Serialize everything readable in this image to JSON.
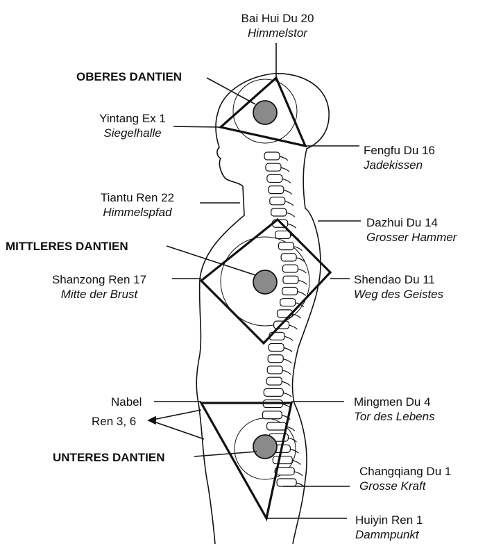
{
  "labels": {
    "bai_hui": {
      "name": "Bai Hui Du 20",
      "sub": "Himmelstor"
    },
    "oberes": "OBERES DANTIEN",
    "yintang": {
      "name": "Yintang Ex 1",
      "sub": "Siegelhalle"
    },
    "fengfu": {
      "name": "Fengfu Du 16",
      "sub": "Jadekissen"
    },
    "tiantu": {
      "name": "Tiantu Ren 22",
      "sub": "Himmelspfad"
    },
    "dazhui": {
      "name": "Dazhui Du 14",
      "sub": "Grosser Hammer"
    },
    "mittleres": "MITTLERES DANTIEN",
    "shanzong": {
      "name": "Shanzong Ren 17",
      "sub": "Mitte der Brust"
    },
    "shendao": {
      "name": "Shendao Du 11",
      "sub": "Weg des Geistes"
    },
    "nabel": "Nabel",
    "ren36": "Ren 3, 6",
    "mingmen": {
      "name": "Mingmen Du 4",
      "sub": "Tor des Lebens"
    },
    "unteres": "UNTERES DANTIEN",
    "changqiang": {
      "name": "Changqiang Du 1",
      "sub": "Grosse Kraft"
    },
    "huiyin": {
      "name": "Huiyin Ren 1",
      "sub": "Dammpunkt"
    }
  },
  "colors": {
    "line": "#111111",
    "dantien_fill": "#8a8a8a",
    "spine": "#ffffff"
  }
}
